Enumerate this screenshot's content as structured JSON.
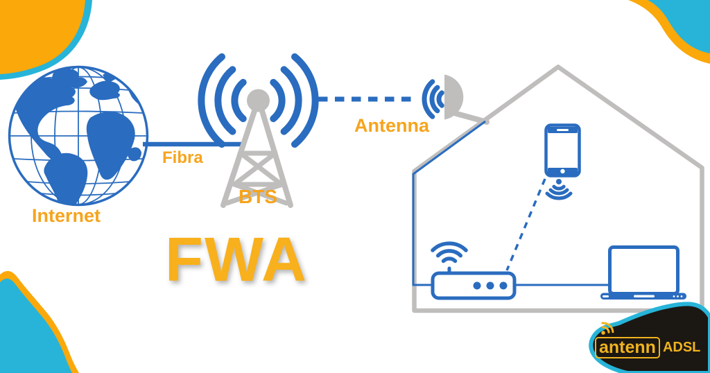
{
  "page": {
    "title": "FWA - Fixed Wireless Access infographic"
  },
  "colors": {
    "blue": "#2a6cbf",
    "gray": "#bfbebd",
    "orange": "#f6a41d",
    "fwa-orange": "#f8b01c",
    "cyan": "#27b4d8",
    "yellow": "#fba80a",
    "blob-black": "#1b1713",
    "logo-yellow": "#f0b31f",
    "white": "#ffffff"
  },
  "labels": {
    "internet": "Internet",
    "fibra": "Fibra",
    "bts": "BTS",
    "antenna": "Antenna",
    "fwa": "FWA"
  },
  "logo": {
    "brand": "antenn",
    "suffix": "ADSL",
    "icon": "wifi-signal-icon"
  },
  "diagram": {
    "type": "network-architecture",
    "nodes": [
      {
        "id": "internet",
        "icon": "globe-icon",
        "label_ref": "internet"
      },
      {
        "id": "bts",
        "icon": "cell-tower-icon",
        "label_ref": "bts"
      },
      {
        "id": "antenna",
        "icon": "dish-antenna-icon",
        "label_ref": "antenna"
      },
      {
        "id": "house",
        "icon": "house-outline-icon"
      },
      {
        "id": "router",
        "icon": "wifi-router-icon"
      },
      {
        "id": "smartphone",
        "icon": "smartphone-icon"
      },
      {
        "id": "laptop",
        "icon": "laptop-icon"
      }
    ],
    "links": [
      {
        "from": "internet",
        "to": "bts",
        "style": "solid",
        "label_ref": "fibra"
      },
      {
        "from": "bts",
        "to": "antenna",
        "style": "dashed"
      },
      {
        "from": "antenna",
        "to": "router",
        "style": "solid"
      },
      {
        "from": "router",
        "to": "smartphone",
        "style": "dashed"
      },
      {
        "from": "router",
        "to": "laptop",
        "style": "solid"
      }
    ]
  }
}
